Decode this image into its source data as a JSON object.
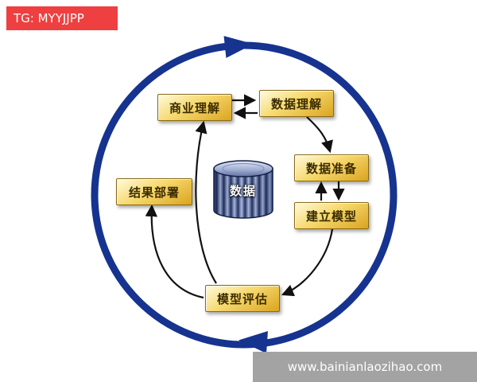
{
  "banners": {
    "top_left": "TG: MYYJJPP",
    "bottom_right": "www.bainianlaozihao.com"
  },
  "center": {
    "label": "数据",
    "shape": "database-cylinder"
  },
  "nodes": [
    {
      "id": "business-understanding",
      "label": "商业理解"
    },
    {
      "id": "data-understanding",
      "label": "数据理解"
    },
    {
      "id": "data-preparation",
      "label": "数据准备"
    },
    {
      "id": "build-model",
      "label": "建立模型"
    },
    {
      "id": "model-evaluation",
      "label": "模型评估"
    },
    {
      "id": "result-deployment",
      "label": "结果部署"
    }
  ],
  "edges": [
    {
      "from": "商业理解",
      "to": "数据理解",
      "bidirectional": true
    },
    {
      "from": "数据理解",
      "to": "数据准备",
      "bidirectional": false
    },
    {
      "from": "数据准备",
      "to": "建立模型",
      "bidirectional": true
    },
    {
      "from": "建立模型",
      "to": "模型评估",
      "bidirectional": false
    },
    {
      "from": "模型评估",
      "to": "商业理解",
      "bidirectional": false
    },
    {
      "from": "模型评估",
      "to": "结果部署",
      "bidirectional": false
    }
  ],
  "outer_cycle": {
    "direction": "clockwise",
    "color": "#16338f"
  },
  "colors": {
    "cycle_blue": "#16338f",
    "arrow_black": "#111111",
    "box_gold_light": "#fffbe0",
    "box_gold_dark": "#dba41f",
    "box_border": "#8b6914",
    "cylinder_blue": "#22305c",
    "banner_red": "#ee4040",
    "banner_gray": "#a3a3a3"
  }
}
